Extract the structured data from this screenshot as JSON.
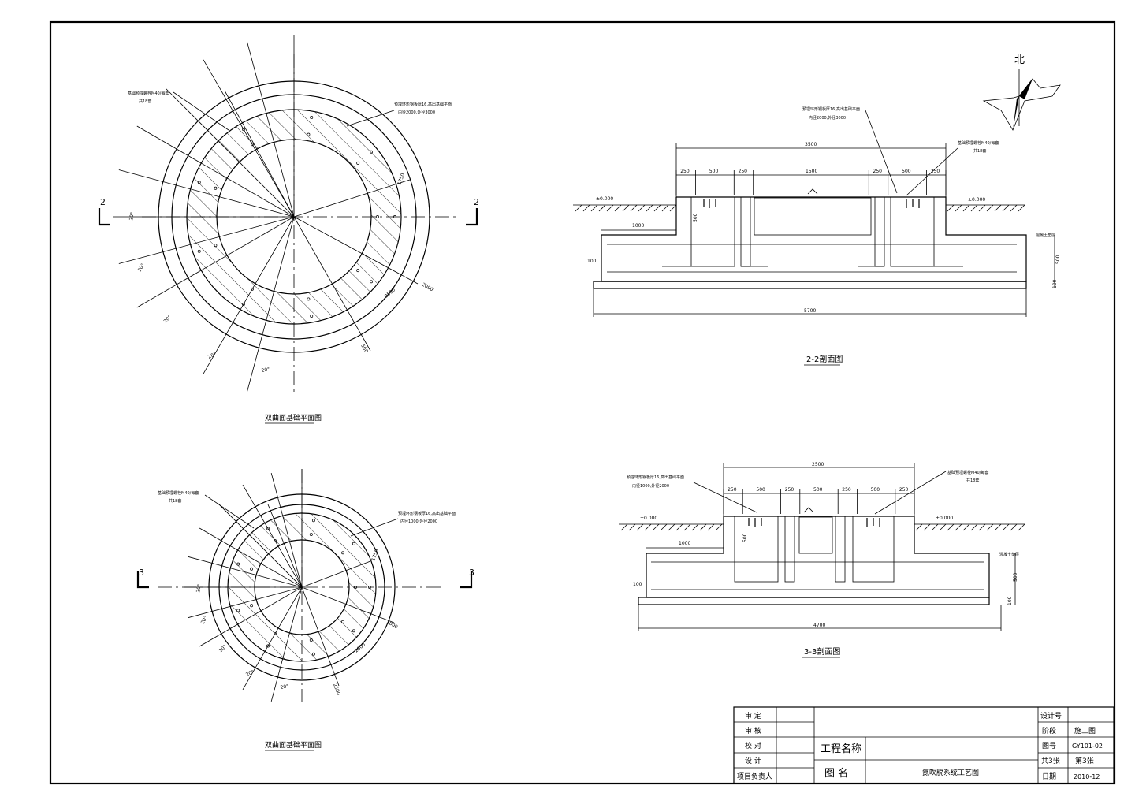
{
  "north_label": "北",
  "plan1": {
    "title": "基础平面图",
    "title_prefix": "双曲面",
    "callout_a": "基础预埋螺栓M40/每套",
    "callout_a2": "共18套",
    "callout_b": "预埋环形钢板厚16,高出基础平面",
    "callout_b2": "内径2000,外径3000",
    "dim_a": "1750",
    "dim_b": "2000",
    "dim_c": "3500",
    "dim_d": "560",
    "angle_label": "20°",
    "section_mark": "2"
  },
  "plan2": {
    "title": "基础平面图",
    "title_prefix": "双曲面",
    "callout_a": "基础预埋螺栓M40/每套",
    "callout_a2": "共18套",
    "callout_b": "预埋环形钢板厚16,高出基础平面",
    "callout_b2": "内径1000,外径2000",
    "dim_a": "1750",
    "dim_b": "1000",
    "dim_c": "2000",
    "dim_d": "2500",
    "angle_label": "20°",
    "section_mark": "3"
  },
  "section22": {
    "title": "2-2剖面图",
    "callout_a": "预埋环形钢板厚16,高出基础平面",
    "callout_a2": "内径2000,外径3000",
    "callout_b": "基础预埋螺栓M40/每套",
    "callout_b2": "共18套",
    "top_dim": "3500",
    "sub_dims": [
      "250",
      "500",
      "250",
      "1500",
      "250",
      "500",
      "250"
    ],
    "level_left": "±0.000",
    "level_right": "±0.000",
    "dim_1000": "1000",
    "dim_500": "500",
    "dim_500b": "500",
    "dim_100": "100",
    "dim_100b": "100",
    "bottom_dim": "5700",
    "note": "混凝土垫层"
  },
  "section33": {
    "title": "3-3剖面图",
    "callout_a": "预埋环形钢板厚16,高出基础平面",
    "callout_a2": "内径1000,外径2000",
    "callout_b": "基础预埋螺栓M40/每套",
    "callout_b2": "共18套",
    "top_dim": "2500",
    "sub_dims": [
      "250",
      "500",
      "250",
      "500",
      "250",
      "500",
      "250"
    ],
    "level_left": "±0.000",
    "level_right": "±0.000",
    "dim_1000": "1000",
    "dim_500": "500",
    "dim_500b": "500",
    "dim_100": "100",
    "dim_100b": "100",
    "bottom_dim": "4700",
    "note": "混凝土垫层"
  },
  "title_block": {
    "roles": [
      "审 定",
      "审 核",
      "校 对",
      "设 计",
      "项目负责人"
    ],
    "project_label": "工程名称",
    "drawing_label": "图   名",
    "drawing_name": "氮吹脱系统工艺图",
    "design_no_label": "设计号",
    "stage_label": "阶段",
    "stage_value": "施工图",
    "drawing_no_label": "图号",
    "drawing_no_value": "GY101-02",
    "sheets_total": "共3张",
    "sheet_no": "第3张",
    "date_label": "日期",
    "date_value": "2010-12"
  }
}
